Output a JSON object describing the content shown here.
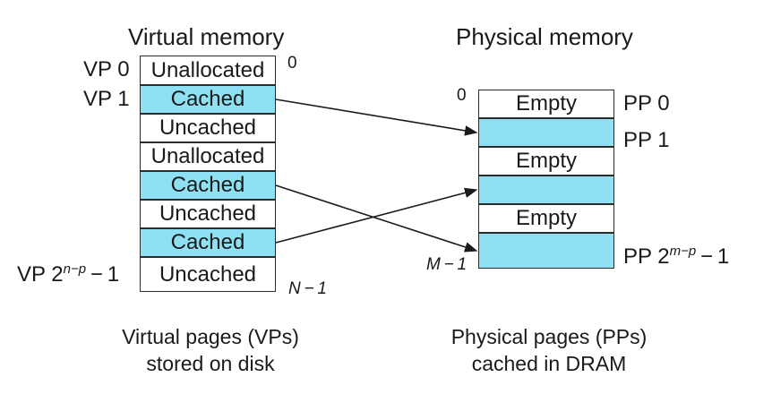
{
  "virtual": {
    "title": "Virtual memory",
    "top_addr": "0",
    "bottom_addr": "N − 1",
    "row_labels": {
      "first": "VP 0",
      "second": "VP 1",
      "last_prefix": "VP 2",
      "last_exp": "n−p",
      "last_suffix": " − 1"
    },
    "pages": [
      {
        "text": "Unallocated",
        "state": "unallocated"
      },
      {
        "text": "Cached",
        "state": "cached"
      },
      {
        "text": "Uncached",
        "state": "uncached"
      },
      {
        "text": "Unallocated",
        "state": "unallocated"
      },
      {
        "text": "Cached",
        "state": "cached"
      },
      {
        "text": "Uncached",
        "state": "uncached"
      },
      {
        "text": "Cached",
        "state": "cached"
      },
      {
        "text": "Uncached",
        "state": "uncached"
      }
    ],
    "caption_line1": "Virtual pages (VPs)",
    "caption_line2": "stored on disk"
  },
  "physical": {
    "title": "Physical memory",
    "top_addr": "0",
    "bottom_addr": "M − 1",
    "row_labels": {
      "first": "PP 0",
      "second": "PP 1",
      "last_prefix": "PP 2",
      "last_exp": "m−p",
      "last_suffix": " − 1"
    },
    "pages": [
      {
        "text": "Empty",
        "state": "empty"
      },
      {
        "text": "",
        "state": "cached"
      },
      {
        "text": "Empty",
        "state": "empty"
      },
      {
        "text": "",
        "state": "cached"
      },
      {
        "text": "Empty",
        "state": "empty"
      },
      {
        "text": "",
        "state": "cached"
      }
    ],
    "caption_line1": "Physical pages (PPs)",
    "caption_line2": "cached in DRAM"
  },
  "mappings": [
    {
      "from_vp": 1,
      "to_pp": 1
    },
    {
      "from_vp": 4,
      "to_pp": 5
    },
    {
      "from_vp": 6,
      "to_pp": 3
    }
  ],
  "colors": {
    "cached_fill": "#8fe0f2",
    "border": "#2a2a2a",
    "arrow": "#1a1a1a"
  }
}
